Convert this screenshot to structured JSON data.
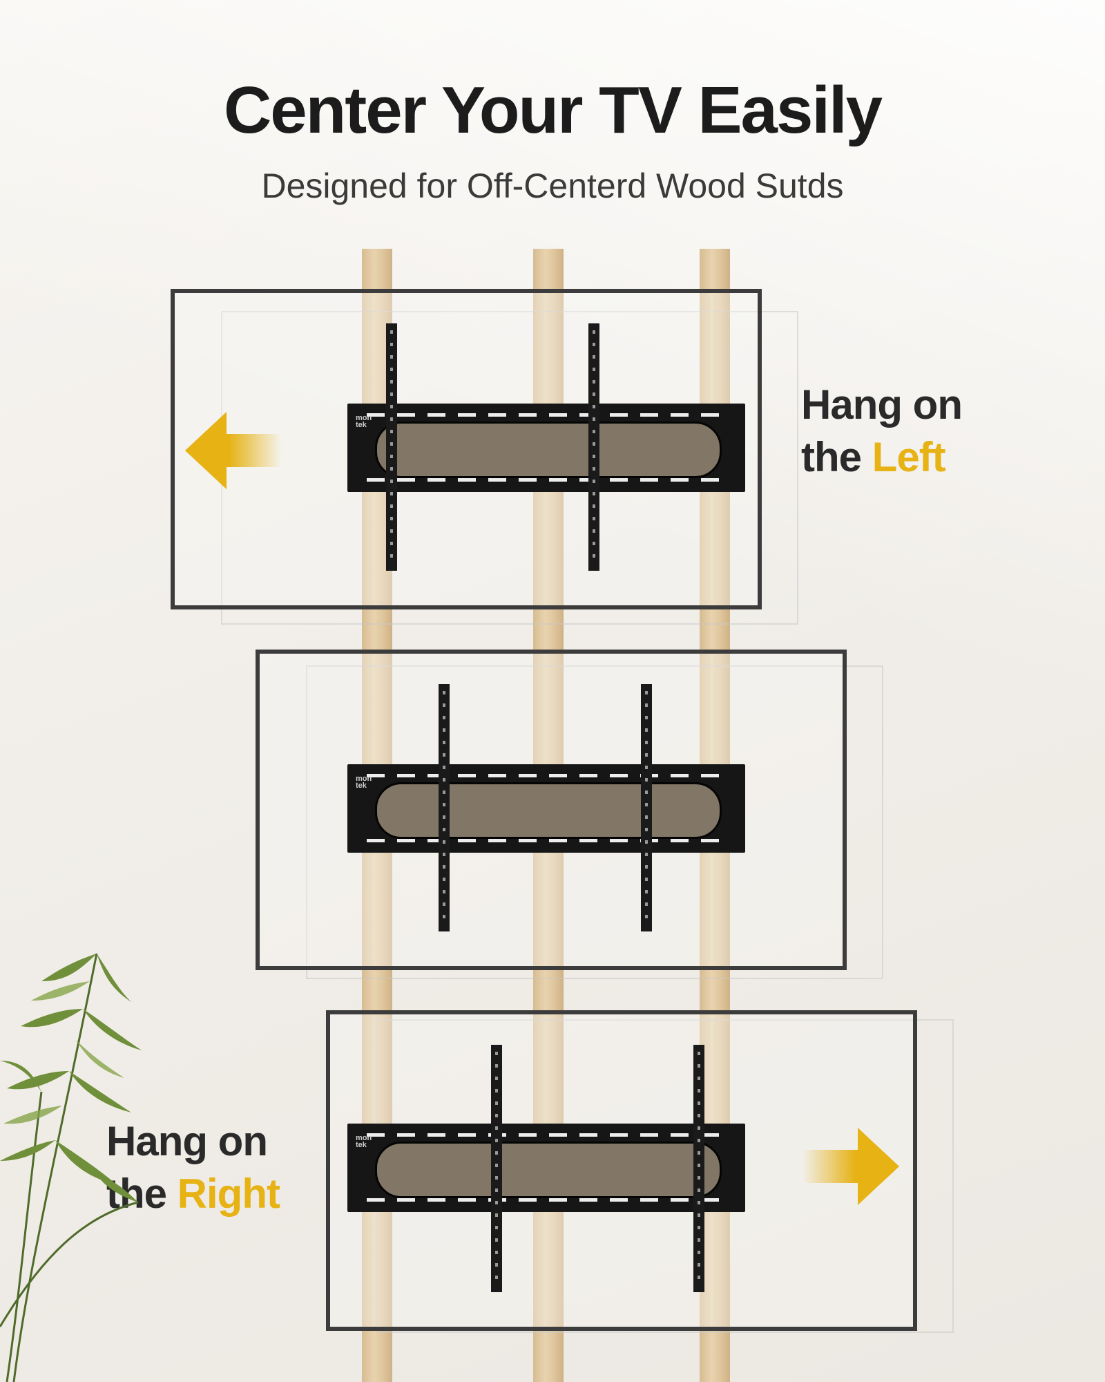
{
  "title": "Center Your TV Easily",
  "subtitle": "Designed for Off-Centerd Wood Sutds",
  "left_label": {
    "line1": "Hang on",
    "line2_prefix": "the ",
    "line2_accent": "Left"
  },
  "right_label": {
    "line1": "Hang on",
    "line2_prefix": "the ",
    "line2_accent": "Right"
  },
  "brand_mark": "mon\ntek",
  "colors": {
    "accent": "#e6b214",
    "text_dark": "#1c1c1c",
    "frame": "#3c3c3c",
    "bracket": "#161616",
    "stud": "#dfc59c"
  },
  "icons": {
    "left_arrow": "arrow-left-icon",
    "right_arrow": "arrow-right-icon",
    "plant": "palm-plant-icon"
  }
}
